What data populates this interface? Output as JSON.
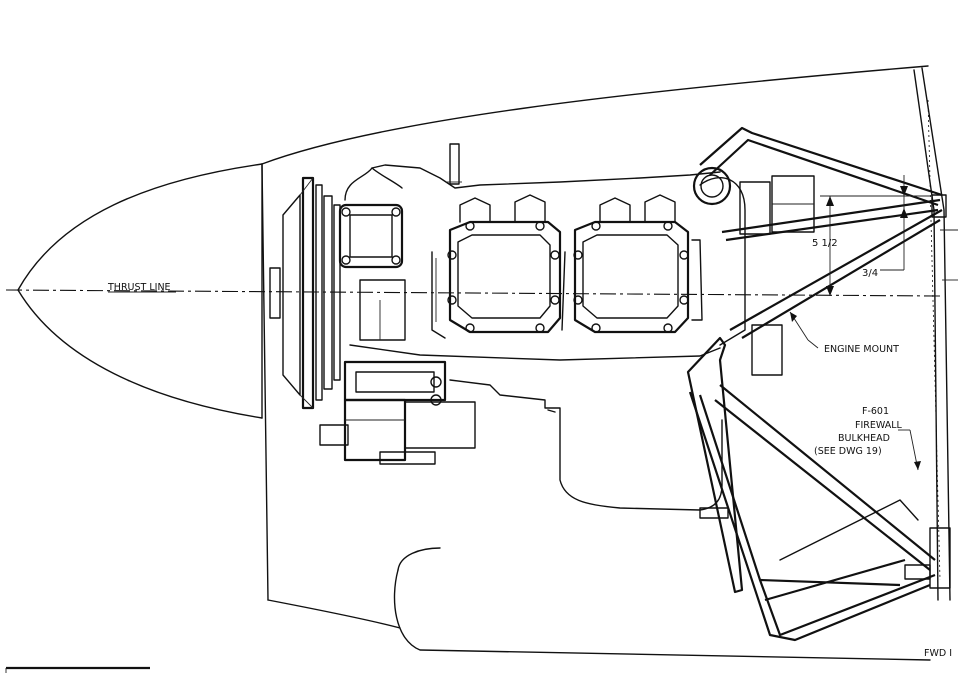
{
  "labels": {
    "thrust_line": "THRUST LINE",
    "dim_major": "5 1/2",
    "dim_minor": "3/4",
    "engine_mount": "ENGINE MOUNT",
    "firewall_part": "F-601",
    "firewall_line1": "FIREWALL",
    "firewall_line2": "BULKHEAD",
    "firewall_ref": "(SEE DWG 19)",
    "fwd_ref": "FWD I"
  }
}
